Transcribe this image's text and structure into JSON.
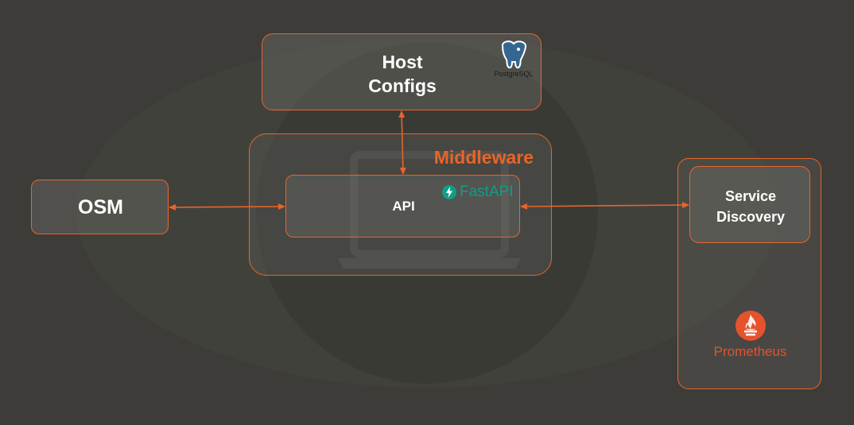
{
  "diagram": {
    "host_configs": {
      "line1": "Host",
      "line2": "Configs",
      "logo_text": "PostgreSQL",
      "logo_icon": "elephant-icon"
    },
    "middleware": {
      "title": "Middleware"
    },
    "api": {
      "label": "API",
      "logo_text": "FastAPI",
      "logo_icon": "lightning-icon"
    },
    "osm": {
      "label": "OSM"
    },
    "service_discovery": {
      "line1": "Service",
      "line2": "Discovery"
    },
    "prometheus": {
      "logo_text": "Prometheus",
      "logo_icon": "flame-icon"
    },
    "colors": {
      "accent": "#e8652a",
      "background": "#3d3c39",
      "box_fill": "#5a5955",
      "fastapi": "#0e9f8a",
      "postgres": "#336791"
    }
  }
}
